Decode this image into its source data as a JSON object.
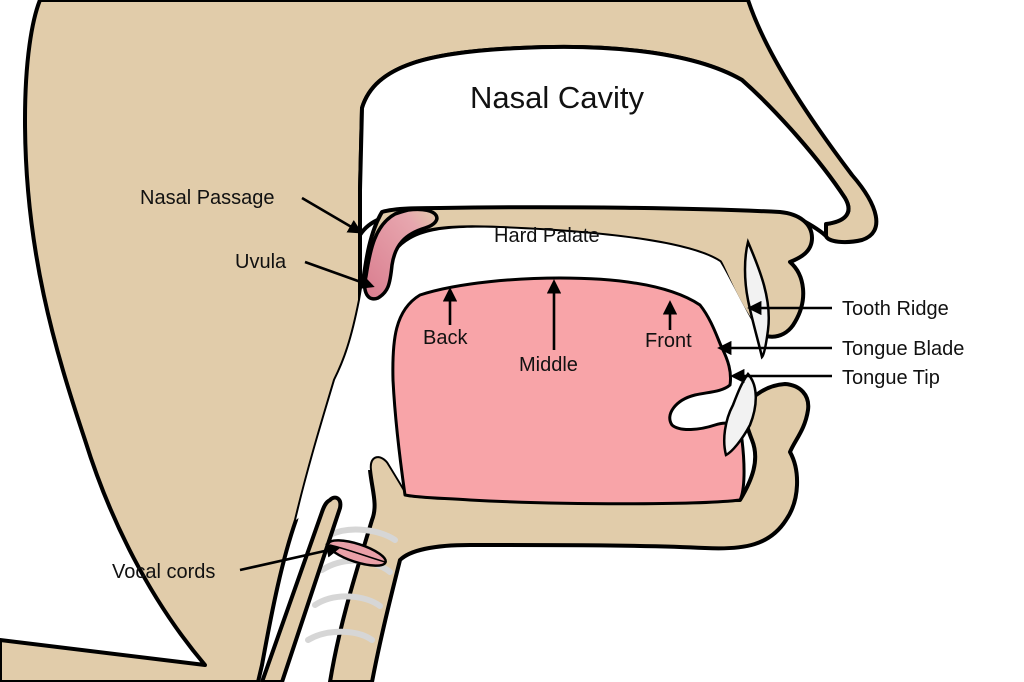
{
  "colors": {
    "skin": "#e1ccaa",
    "tongue": "#f8a4a8",
    "uvula": "#d97c8e",
    "cavity": "#ffffff",
    "outline": "#000000",
    "tooth": "#f2f2f2",
    "trachea_rings": "#d6d6d6"
  },
  "labels": {
    "nasal_cavity": "Nasal Cavity",
    "nasal_passage": "Nasal Passage",
    "uvula": "Uvula",
    "hard_palate": "Hard Palate",
    "tooth_ridge": "Tooth Ridge",
    "tongue_blade": "Tongue Blade",
    "tongue_tip": "Tongue Tip",
    "back": "Back",
    "middle": "Middle",
    "front": "Front",
    "vocal_cords": "Vocal cords"
  },
  "icons": {
    "arrow_head": "triangle-arrowhead-icon"
  }
}
